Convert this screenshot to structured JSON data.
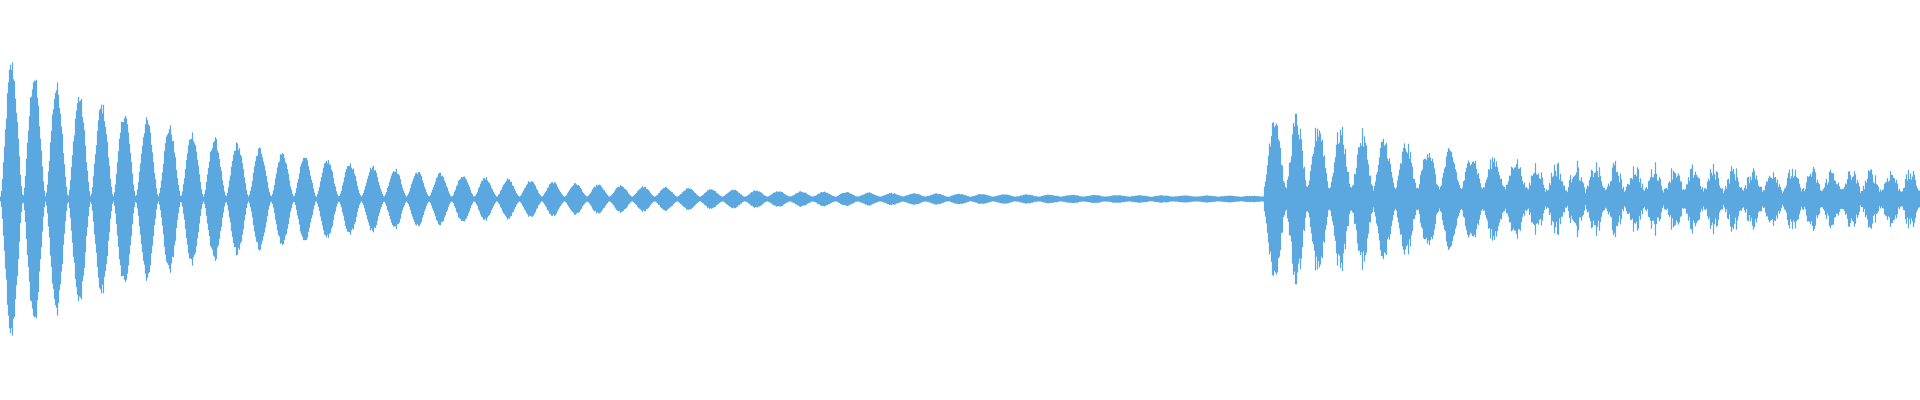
{
  "waveform": {
    "color": "#5ba8e0",
    "background": "#ffffff",
    "segments": [
      {
        "name": "decaying-pulses",
        "start_fraction": 0.0,
        "end_fraction": 0.658,
        "pulse_count": 56,
        "peak_amplitude": 0.68,
        "decay_rate": 5.2,
        "floor_amplitude": 0.012,
        "noise": 0.15
      },
      {
        "name": "noisy-bursts",
        "start_fraction": 0.658,
        "end_fraction": 0.795,
        "pulse_count": 12,
        "peak_amplitude": 0.38,
        "decay_rate": 1.1,
        "floor_amplitude": 0.05,
        "noise": 0.35
      },
      {
        "name": "noise-tail",
        "start_fraction": 0.795,
        "end_fraction": 1.0,
        "pulse_count": 20,
        "peak_amplitude": 0.12,
        "decay_rate": 0.4,
        "floor_amplitude": 0.04,
        "noise": 0.6
      }
    ]
  }
}
